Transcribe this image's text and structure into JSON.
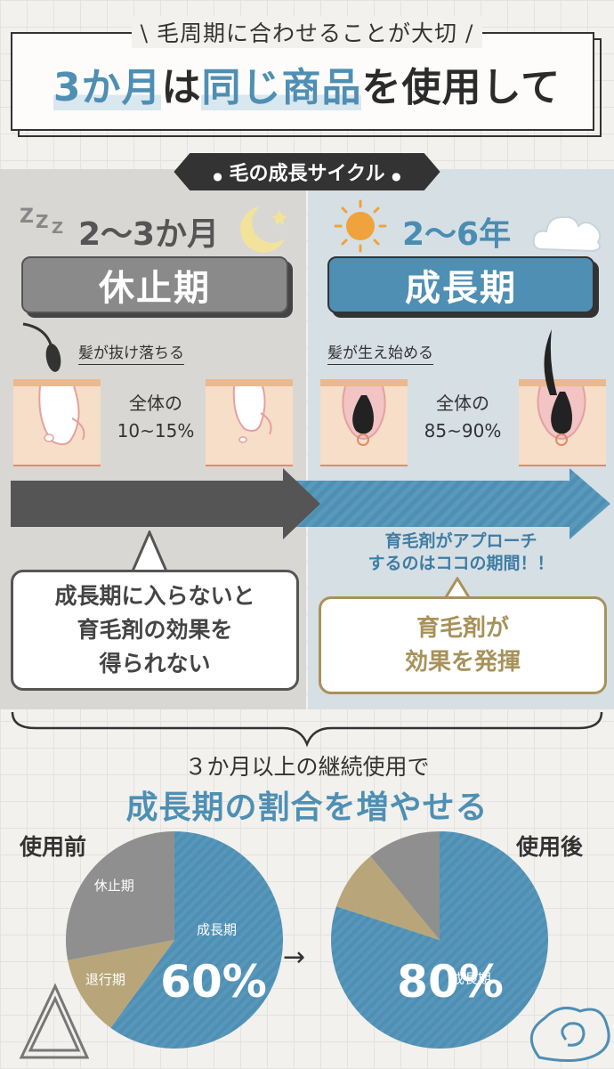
{
  "header": {
    "subtitle": "\\ 毛周期に合わせることが大切 /",
    "title_part1": "3か月",
    "title_part2": "は",
    "title_part3": "同じ商品",
    "title_part4": "を使用して"
  },
  "cycle_label": "毛の成長サイクル",
  "rest_phase": {
    "duration": "2〜3か月",
    "name": "休止期",
    "note": "髪が抜け落ちる",
    "ratio_line1": "全体の",
    "ratio_line2": "10~15%",
    "bubble_line1": "成長期に入らないと",
    "bubble_line2": "育毛剤の効果を",
    "bubble_line3": "得られない"
  },
  "growth_phase": {
    "duration": "2〜6年",
    "name": "成長期",
    "note": "髪が生え始める",
    "ratio_line1": "全体の",
    "ratio_line2": "85~90%",
    "approach_line1": "育毛剤がアプローチ",
    "approach_line2": "するのはココの期間！！",
    "bubble_line1": "育毛剤が",
    "bubble_line2": "効果を発揮"
  },
  "bottom": {
    "subtitle": "３か月以上の継続使用で",
    "title": "成長期の割合を増やせる",
    "before_label": "使用前",
    "after_label": "使用後",
    "arrow": "→"
  },
  "chart_data": [
    {
      "type": "pie",
      "title": "使用前",
      "slices": [
        {
          "label": "成長期",
          "value": 60,
          "color": "#4e8fb3"
        },
        {
          "label": "退行期",
          "value": 12,
          "color": "#b8a67a"
        },
        {
          "label": "休止期",
          "value": 28,
          "color": "#8f8f8f"
        }
      ],
      "center_text": "60%"
    },
    {
      "type": "pie",
      "title": "使用後",
      "slices": [
        {
          "label": "成長期",
          "value": 80,
          "color": "#4e8fb3"
        },
        {
          "label": "",
          "value": 9,
          "color": "#b8a67a"
        },
        {
          "label": "",
          "value": 11,
          "color": "#8f8f8f"
        }
      ],
      "center_text": "80%"
    }
  ],
  "colors": {
    "accent_blue": "#4e8fb3",
    "rest_gray": "#8a8a8a",
    "gold": "#a8925a"
  }
}
